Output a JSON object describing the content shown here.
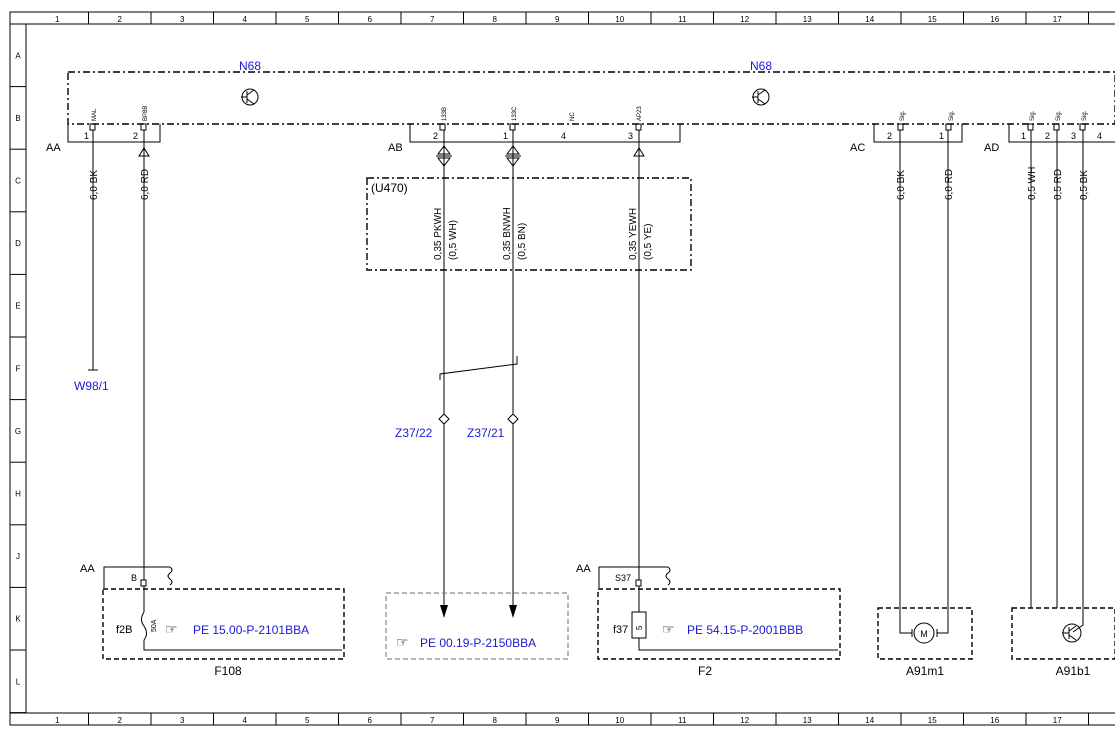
{
  "grid": {
    "columns": [
      "1",
      "2",
      "3",
      "4",
      "5",
      "6",
      "7",
      "8",
      "9",
      "10",
      "11",
      "12",
      "13",
      "14",
      "15",
      "16",
      "17"
    ],
    "rows": [
      "A",
      "B",
      "C",
      "D",
      "E",
      "F",
      "G",
      "H",
      "J",
      "K",
      "L"
    ]
  },
  "control_unit": {
    "name_left": "N68",
    "name_right": "N68"
  },
  "connectors": {
    "AA": {
      "label": "AA",
      "pins": [
        {
          "num": "1",
          "tag": "MAL"
        },
        {
          "num": "2",
          "tag": "BP8B"
        }
      ]
    },
    "AB": {
      "label": "AB",
      "pins": [
        {
          "num": "2",
          "tag": "133B"
        },
        {
          "num": "1",
          "tag": "133C"
        },
        {
          "num": "4",
          "tag": "NC"
        },
        {
          "num": "3",
          "tag": "AP23"
        }
      ]
    },
    "AC": {
      "label": "AC",
      "pins": [
        {
          "num": "2",
          "tag": "Sig."
        },
        {
          "num": "1",
          "tag": "Sig."
        }
      ]
    },
    "AD": {
      "label": "AD",
      "pins": [
        {
          "num": "1",
          "tag": "Sig."
        },
        {
          "num": "2",
          "tag": "Sig."
        },
        {
          "num": "3",
          "tag": "Sig."
        },
        {
          "num": "4",
          "tag": ""
        }
      ]
    }
  },
  "wires": {
    "w1": "6,0 BK",
    "w2": "6,0 RD",
    "w3": "0,35 PKWH",
    "w3b": "(0,5 WH)",
    "w4": "0,35 BNWH",
    "w4b": "(0,5 BN)",
    "w5": "0,35 YEWH",
    "w5b": "(0,5 YE)",
    "w6": "6,0 BK",
    "w7": "6,0 RD",
    "w8": "0,5 WH",
    "w9": "0,5 RD",
    "w10": "0,5 BK"
  },
  "harness": "(U470)",
  "refs": {
    "ground": "W98/1",
    "z1": "Z37/22",
    "z2": "Z37/21"
  },
  "fuse_boxes": {
    "f108": {
      "conn": "AA",
      "pin": "B",
      "fuse": "f2B",
      "rating": "50A",
      "ref": "PE 15.00-P-2101BBA",
      "name": "F108"
    },
    "mid": {
      "ref": "PE 00.19-P-2150BBA"
    },
    "f2": {
      "conn": "AA",
      "pin": "S37",
      "fuse": "f37",
      "rating": "5",
      "ref": "PE 54.15-P-2001BBB",
      "name": "F2"
    },
    "a91m1": {
      "symbol": "M",
      "name": "A91m1"
    },
    "a91b1": {
      "name": "A91b1"
    }
  }
}
